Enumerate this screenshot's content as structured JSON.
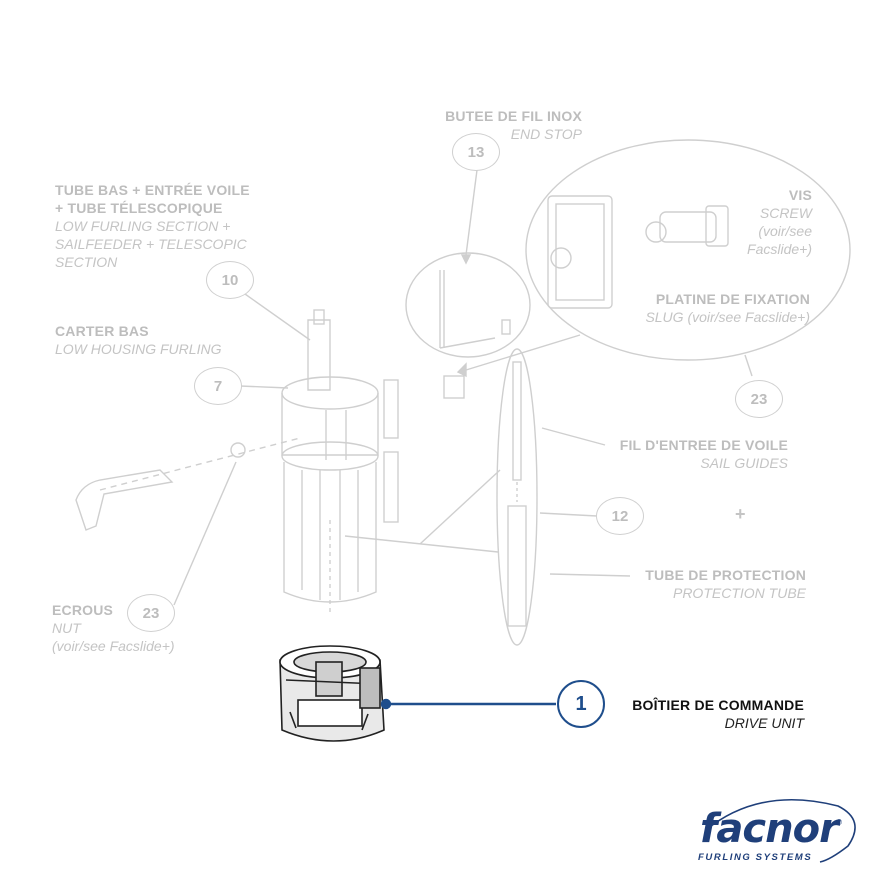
{
  "labels": {
    "end_stop": {
      "fr": "BUTEE DE FIL INOX",
      "en": "END STOP"
    },
    "low_furling": {
      "fr1": "TUBE BAS + ENTRÉE VOILE",
      "fr2": "+ TUBE TÉLESCOPIQUE",
      "en1": "LOW FURLING SECTION +",
      "en2": "SAILFEEDER + TELESCOPIC",
      "en3": "SECTION"
    },
    "housing": {
      "fr": "CARTER BAS",
      "en": "LOW HOUSING FURLING"
    },
    "screw": {
      "fr": "VIS",
      "en1": "SCREW",
      "en2": "(voir/see",
      "en3": "Facslide+)"
    },
    "slug": {
      "fr": "PLATINE DE FIXATION",
      "en": "SLUG (voir/see Facslide+)"
    },
    "sail_guides": {
      "fr": "FIL D'ENTREE DE VOILE",
      "en": "SAIL GUIDES"
    },
    "protection_tube": {
      "fr": "TUBE DE PROTECTION",
      "en": "PROTECTION TUBE"
    },
    "nut": {
      "fr": "ECROUS",
      "en1": "NUT",
      "en2": "(voir/see Facslide+)"
    },
    "drive_unit": {
      "fr": "BOÎTIER DE COMMANDE",
      "en": "DRIVE UNIT"
    }
  },
  "callouts": {
    "c13": "13",
    "c10": "10",
    "c7": "7",
    "c23_top": "23",
    "c12": "12",
    "c23_nut": "23",
    "c1": "1"
  },
  "plus": "+",
  "logo": {
    "word": "facnor",
    "registered": "®",
    "tagline": "FURLING SYSTEMS"
  },
  "colors": {
    "faded": "#c4c4c4",
    "highlight": "#1f4e8c",
    "logo": "#1f3f7a"
  }
}
